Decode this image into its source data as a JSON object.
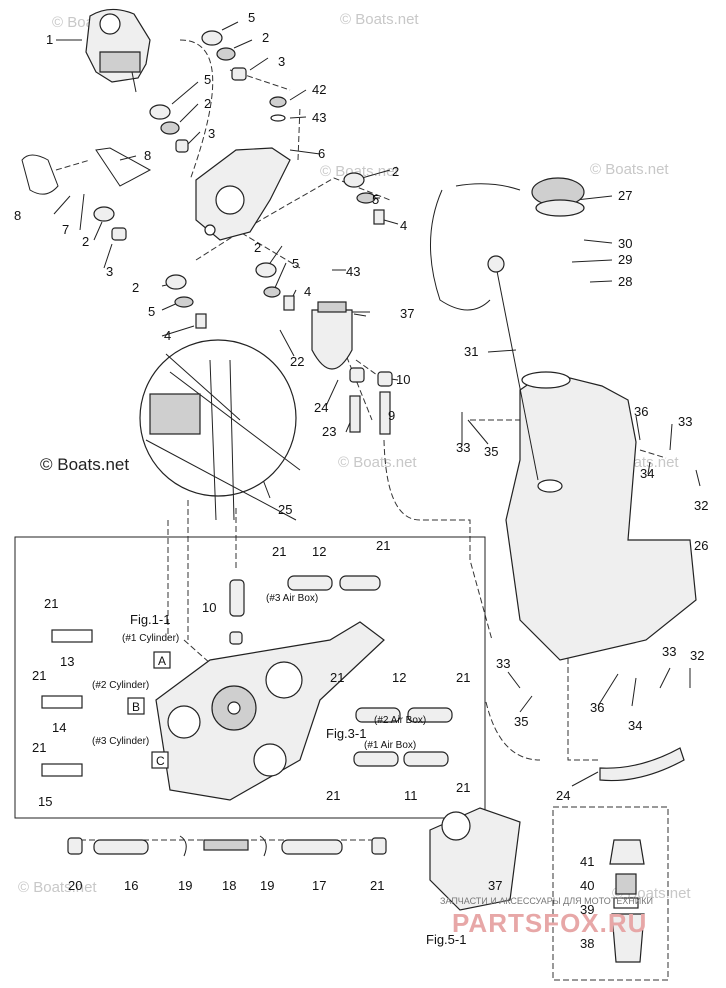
{
  "watermarks": {
    "boats_small": "© Boats.net",
    "boats_main": "© Boats.net",
    "parts_tagline": "ЗАПЧАСТИ И АКСЕССУАРЫ ДЛЯ МОТОТЕХНИКИ",
    "parts_brand": "PARTSFOX.RU"
  },
  "figures": {
    "fig_1_1": "Fig.1-1",
    "fig_3_1": "Fig.3-1",
    "fig_5_1": "Fig.5-1"
  },
  "annotations": {
    "cyl1": "(#1 Cylinder)",
    "cyl2": "(#2 Cylinder)",
    "cyl3": "(#3 Cylinder)",
    "air3": "(#3 Air Box)",
    "air2": "(#2 Air Box)",
    "air1": "(#1 Air Box)"
  },
  "connectors": {
    "a": "A",
    "b": "B",
    "c": "C"
  },
  "callouts": [
    {
      "id": "c1",
      "label": "1"
    },
    {
      "id": "c5a",
      "label": "5"
    },
    {
      "id": "c2a",
      "label": "2"
    },
    {
      "id": "c3a",
      "label": "3"
    },
    {
      "id": "c5b",
      "label": "5"
    },
    {
      "id": "c2b",
      "label": "2"
    },
    {
      "id": "c3b",
      "label": "3"
    },
    {
      "id": "c42",
      "label": "42"
    },
    {
      "id": "c43a",
      "label": "43"
    },
    {
      "id": "c8a",
      "label": "8"
    },
    {
      "id": "c6",
      "label": "6"
    },
    {
      "id": "c8b",
      "label": "8"
    },
    {
      "id": "c7",
      "label": "7"
    },
    {
      "id": "c2c",
      "label": "2"
    },
    {
      "id": "c3c",
      "label": "3"
    },
    {
      "id": "c2d",
      "label": "2"
    },
    {
      "id": "c5c",
      "label": "5"
    },
    {
      "id": "c4a",
      "label": "4"
    },
    {
      "id": "c27",
      "label": "27"
    },
    {
      "id": "c30",
      "label": "30"
    },
    {
      "id": "c29",
      "label": "29"
    },
    {
      "id": "c28",
      "label": "28"
    },
    {
      "id": "c2e",
      "label": "2"
    },
    {
      "id": "c5d",
      "label": "5"
    },
    {
      "id": "c4b",
      "label": "4"
    },
    {
      "id": "c43b",
      "label": "43"
    },
    {
      "id": "c2f",
      "label": "2"
    },
    {
      "id": "c5e",
      "label": "5"
    },
    {
      "id": "c4c",
      "label": "4"
    },
    {
      "id": "c37a",
      "label": "37"
    },
    {
      "id": "c22",
      "label": "22"
    },
    {
      "id": "c31",
      "label": "31"
    },
    {
      "id": "c10a",
      "label": "10"
    },
    {
      "id": "c24a",
      "label": "24"
    },
    {
      "id": "c9",
      "label": "9"
    },
    {
      "id": "c23",
      "label": "23"
    },
    {
      "id": "c36a",
      "label": "36"
    },
    {
      "id": "c33a",
      "label": "33"
    },
    {
      "id": "c33b",
      "label": "33"
    },
    {
      "id": "c35a",
      "label": "35"
    },
    {
      "id": "c34a",
      "label": "34"
    },
    {
      "id": "c32a",
      "label": "32"
    },
    {
      "id": "c25",
      "label": "25"
    },
    {
      "id": "c26",
      "label": "26"
    },
    {
      "id": "c21a",
      "label": "21"
    },
    {
      "id": "c12a",
      "label": "12"
    },
    {
      "id": "c21b",
      "label": "21"
    },
    {
      "id": "c10b",
      "label": "10"
    },
    {
      "id": "c21c",
      "label": "21"
    },
    {
      "id": "c13",
      "label": "13"
    },
    {
      "id": "c21d",
      "label": "21"
    },
    {
      "id": "c14",
      "label": "14"
    },
    {
      "id": "c21e",
      "label": "21"
    },
    {
      "id": "c15",
      "label": "15"
    },
    {
      "id": "c21f",
      "label": "21"
    },
    {
      "id": "c12b",
      "label": "12"
    },
    {
      "id": "c21g",
      "label": "21"
    },
    {
      "id": "c21h",
      "label": "21"
    },
    {
      "id": "c11",
      "label": "11"
    },
    {
      "id": "c21i",
      "label": "21"
    },
    {
      "id": "c33c",
      "label": "33"
    },
    {
      "id": "c35b",
      "label": "35"
    },
    {
      "id": "c36b",
      "label": "36"
    },
    {
      "id": "c34b",
      "label": "34"
    },
    {
      "id": "c33d",
      "label": "33"
    },
    {
      "id": "c32b",
      "label": "32"
    },
    {
      "id": "c24b",
      "label": "24"
    },
    {
      "id": "c20",
      "label": "20"
    },
    {
      "id": "c16",
      "label": "16"
    },
    {
      "id": "c19a",
      "label": "19"
    },
    {
      "id": "c18",
      "label": "18"
    },
    {
      "id": "c19b",
      "label": "19"
    },
    {
      "id": "c17",
      "label": "17"
    },
    {
      "id": "c21j",
      "label": "21"
    },
    {
      "id": "c37b",
      "label": "37"
    },
    {
      "id": "c41",
      "label": "41"
    },
    {
      "id": "c40",
      "label": "40"
    },
    {
      "id": "c39",
      "label": "39"
    },
    {
      "id": "c38",
      "label": "38"
    }
  ]
}
